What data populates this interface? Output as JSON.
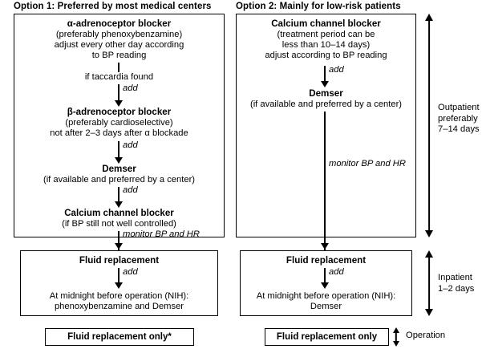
{
  "diagram": {
    "title_option1": "Option 1: Preferred by most medical centers",
    "title_option2": "Option 2: Mainly for low-risk patients",
    "option1": {
      "steps": [
        {
          "heading": "α-adrenoceptor blocker",
          "lines": [
            "(preferably phenoxybenzamine)",
            "adjust every other day according",
            "to BP reading"
          ]
        },
        {
          "connector_note": "if taccardia found",
          "connector_action": "add"
        },
        {
          "heading": "β-adrenoceptor blocker",
          "lines": [
            "(preferably cardioselective)",
            "not after 2–3 days after α blockade"
          ]
        },
        {
          "connector_action": "add"
        },
        {
          "heading": "Demser",
          "lines": [
            "(if available and preferred by a center)"
          ]
        },
        {
          "connector_action": "add"
        },
        {
          "heading": "Calcium channel blocker",
          "lines": [
            "(if BP still not well controlled)"
          ]
        },
        {
          "connector_action": "monitor BP and HR"
        }
      ],
      "fluid_box": {
        "heading": "Fluid replacement",
        "action": "add",
        "lines": [
          "At midnight before operation (NIH):",
          "phenoxybenzamine and Demser"
        ]
      },
      "final_box": "Fluid replacement only*"
    },
    "option2": {
      "steps": [
        {
          "heading": "Calcium channel blocker",
          "lines": [
            "(treatment period can be",
            "less than 10–14 days)",
            "adjust according to BP reading"
          ]
        },
        {
          "connector_action": "add"
        },
        {
          "heading": "Demser",
          "lines": [
            "(if available and preferred by a center)"
          ]
        },
        {
          "connector_action": "monitor BP and HR"
        }
      ],
      "fluid_box": {
        "heading": "Fluid replacement",
        "action": "add",
        "lines": [
          "At midnight before operation (NIH):",
          "Demser"
        ]
      },
      "final_box": "Fluid replacement only"
    },
    "annotations": {
      "outpatient": "Outpatient\npreferably\n7–14 days",
      "inpatient": "Inpatient\n1–2 days",
      "operation": "Operation"
    },
    "colors": {
      "ink": "#000000",
      "background": "#ffffff"
    }
  }
}
